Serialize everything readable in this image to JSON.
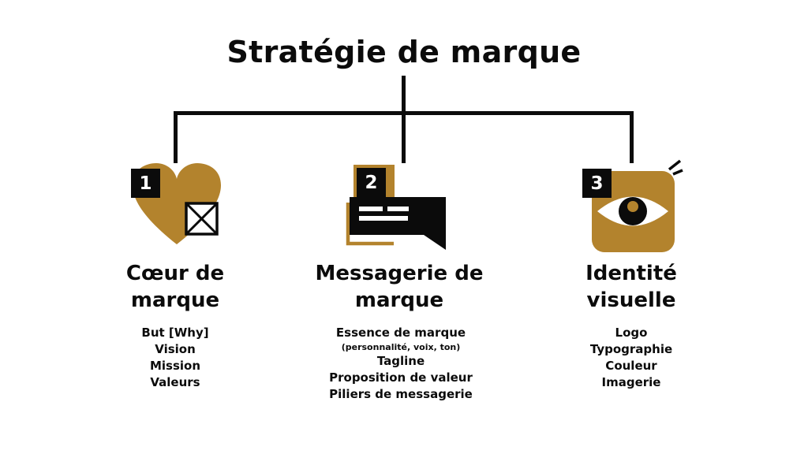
{
  "title": "Stratégie de marque",
  "colors": {
    "gold": "#b3832d",
    "ink": "#0b0b0b",
    "background": "#ffffff"
  },
  "branches": [
    {
      "number": "1",
      "icon": "heart-icon",
      "title": "Cœur de marque",
      "title_lines": [
        "Cœur de",
        "marque"
      ],
      "items": [
        "But [Why]",
        "Vision",
        "Mission",
        "Valeurs"
      ]
    },
    {
      "number": "2",
      "icon": "speech-bubble-icon",
      "title": "Messagerie de marque",
      "title_lines": [
        "Messagerie de",
        "marque"
      ],
      "items": [
        "Essence de marque",
        "(personnalité, voix, ton)",
        "Tagline",
        "Proposition de valeur",
        "Piliers de messagerie"
      ]
    },
    {
      "number": "3",
      "icon": "eye-icon",
      "title": "Identité visuelle",
      "title_lines": [
        "Identité",
        "visuelle"
      ],
      "items": [
        "Logo",
        "Typographie",
        "Couleur",
        "Imagerie"
      ]
    }
  ]
}
